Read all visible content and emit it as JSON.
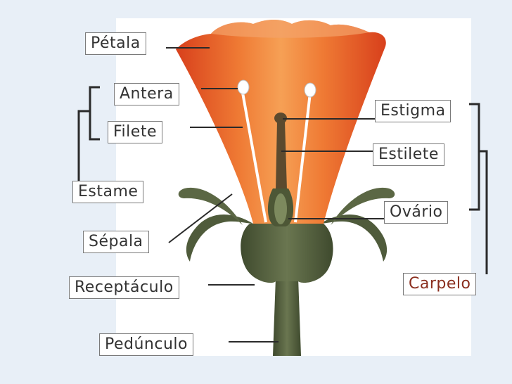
{
  "labels": {
    "petala": "Pétala",
    "antera": "Antera",
    "filete": "Filete",
    "estame": "Estame",
    "sepala": "Sépala",
    "receptaculo": "Receptáculo",
    "pedunculo": "Pedúnculo",
    "estigma": "Estigma",
    "estilete": "Estilete",
    "ovario": "Ovário",
    "carpelo": "Carpelo"
  },
  "colors": {
    "background": "#e8eff7",
    "panel": "#ffffff",
    "petal_outer": "#e8481a",
    "petal_inner": "#f2893a",
    "sepal_stem": "#4f5b3b",
    "label_text": "#333333",
    "carpelo_text": "#8a2e1e",
    "line": "#2a2a2a"
  }
}
